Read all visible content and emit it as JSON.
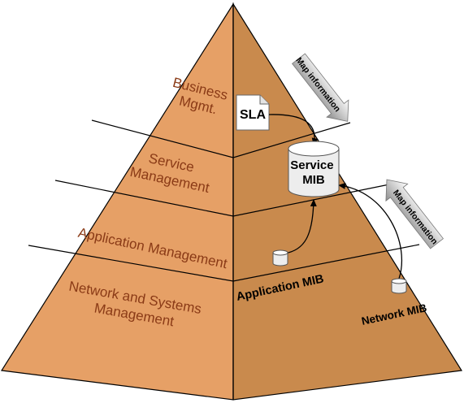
{
  "colors": {
    "left_face": "#E6A066",
    "right_face": "#C98A4D",
    "outline": "#000000",
    "label_text": "#8A3A16",
    "db_fill": "#EDEDED"
  },
  "layers": [
    {
      "id": "business",
      "lines": [
        "Business",
        "Mgmt."
      ]
    },
    {
      "id": "service",
      "lines": [
        "Service",
        "Management"
      ]
    },
    {
      "id": "application",
      "lines": [
        "Application Management"
      ]
    },
    {
      "id": "network",
      "lines": [
        "Network and Systems",
        "Management"
      ]
    }
  ],
  "sla_label": "SLA",
  "service_mib": {
    "lines": [
      "Service",
      "MIB"
    ]
  },
  "application_mib_label": "Application MIB",
  "network_mib_label": "Network MIB",
  "map_info": [
    "Map information",
    "Map information"
  ]
}
